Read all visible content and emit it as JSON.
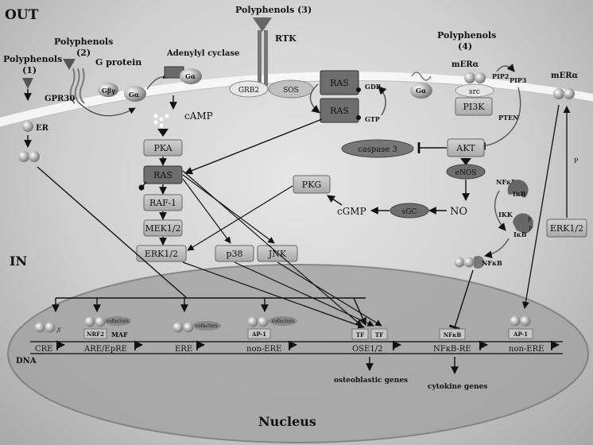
{
  "regions": {
    "out": "OUT",
    "in": "IN",
    "nucleus": "Nucleus",
    "dna": "DNA"
  },
  "ligands": {
    "p1": {
      "name": "Polyphenols",
      "num": "(1)"
    },
    "p2": {
      "name": "Polyphenols",
      "num": "(2)"
    },
    "p3": "Polyphenols (3)",
    "p4": {
      "name": "Polyphenols",
      "num": "(4)"
    }
  },
  "receptors": {
    "er": "ER",
    "gpr30": "GPR30",
    "gprotein": "G protein",
    "gbg": "Gβγ",
    "ga": "Gα",
    "ac": "Adenylyl cyclase",
    "rtk": "RTK",
    "mera_left": "mERα",
    "mera_right": "mERα"
  },
  "nodes": {
    "camp": "cAMP",
    "pka": "PKA",
    "ras_left": "RAS",
    "raf1": "RAF-1",
    "mek": "MEK1/2",
    "erk_left": "ERK1/2",
    "p38": "p38",
    "jnk": "JNK",
    "pkg": "PKG",
    "cgmp": "cGMP",
    "sgc": "sGC",
    "no": "NO",
    "enos": "eNOS",
    "akt": "AKT",
    "caspase": "caspase 3",
    "grb2": "GRB2",
    "sos": "SOS",
    "ras_gdp": "RAS",
    "ras_gtp": "RAS",
    "gdp": "GDP",
    "gtp": "GTP",
    "src": "src",
    "pi3k": "PI3K",
    "pten": "PTEN",
    "pip2": "PIP2",
    "pip3": "PIP3",
    "nfkb_top": "NFκB",
    "ikb": "IκB",
    "ikk": "IKK",
    "ikb2": "IκB",
    "nfkb_mid": "NFκB",
    "erk_right": "ERK1/2",
    "p_small": "P"
  },
  "nucleus": {
    "cofactor_1": "cofactors",
    "cofactor_2": "cofactors",
    "cofactor_3": "cofactors",
    "nrf2": "NRF2",
    "maf": "MAF",
    "ap1_left": "AP-1",
    "tf1": "TF",
    "tf2": "TF",
    "nfkb_box": "NFκB",
    "ap1_right": "AP-1",
    "elements": [
      "CRE",
      "ARE/EpRE",
      "ERE",
      "non-ERE",
      "OSE1/2",
      "NFκB-RE",
      "non-ERE"
    ],
    "gene_osteo": "osteoblastic genes",
    "gene_cyto": "cytokine genes"
  },
  "colors": {
    "box": "#b9b9b9",
    "box_dark": "#6f6f6f",
    "membrane": "#f2f2f2",
    "nucleus": "#9a9a9a"
  }
}
